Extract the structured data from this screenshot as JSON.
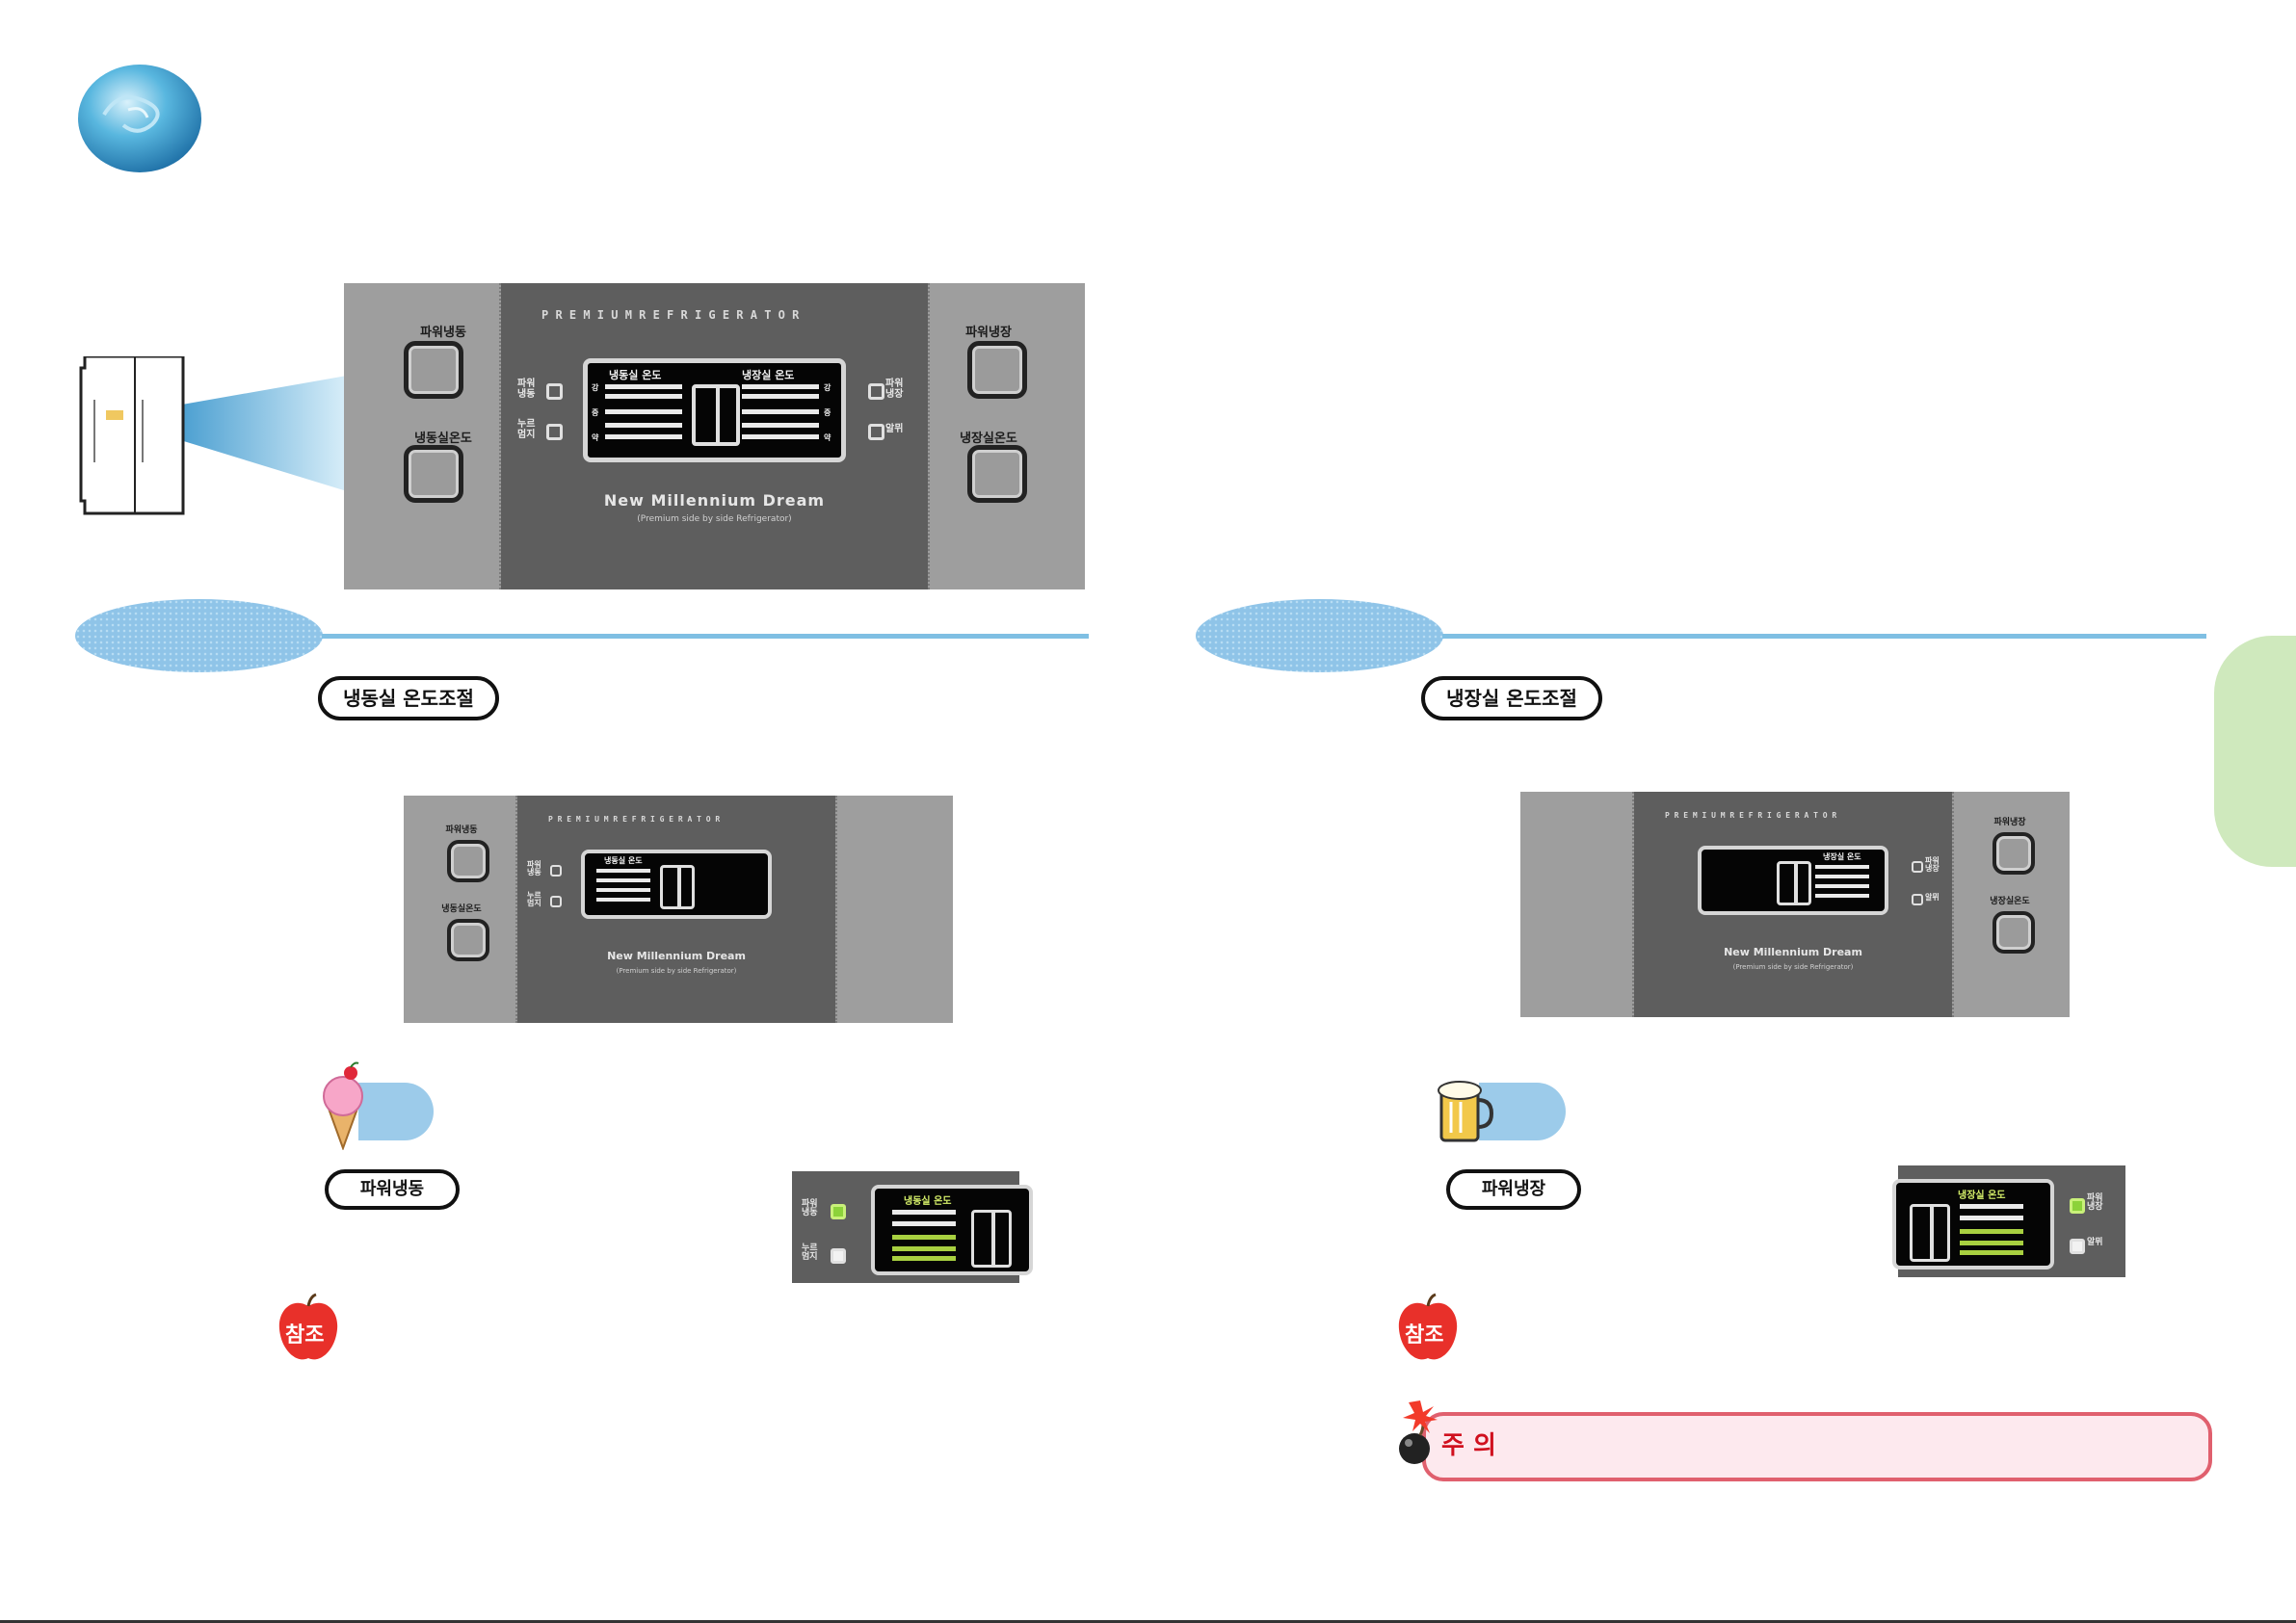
{
  "colors": {
    "accent_blue": "#8fc4e8",
    "panel_gray": "#9e9e9e",
    "panel_dark": "#5e5e5e",
    "indicator_green": "#8cd23a",
    "caution_red": "#d0101e",
    "side_tab_green": "#cfe9bd"
  },
  "panel": {
    "brand": "P R E M I U M   R E F R I G E R A T O R",
    "left_top_label": "파워냉동",
    "left_bottom_label": "냉동실온도",
    "right_top_label": "파워냉장",
    "right_bottom_label": "냉장실온도",
    "display_left_title": "냉동실 온도",
    "display_right_title": "냉장실 온도",
    "level_high": "강",
    "level_mid": "중",
    "level_low": "약",
    "ind_power_freeze": "파워\n냉동",
    "ind_child_lock": "누르\n멈지",
    "ind_power_fridge": "파워\n냉장",
    "ind_alarm": "알뮈",
    "tagline": "New Millennium Dream",
    "subtag": "(Premium side by side Refrigerator)"
  },
  "sections": {
    "left_badge": "냉동실 온도조절",
    "right_badge": "냉장실 온도조절",
    "left_power_badge": "파워냉동",
    "right_power_badge": "파워냉장",
    "note_icon": "참조",
    "caution_label": "주 의"
  },
  "icons": {
    "logo": "water-disc-icon",
    "fridge": "fridge-icon",
    "icecream": "ice-cream-icon",
    "beer": "beer-mug-icon",
    "apple": "apple-note-icon",
    "bomb": "bomb-icon"
  }
}
